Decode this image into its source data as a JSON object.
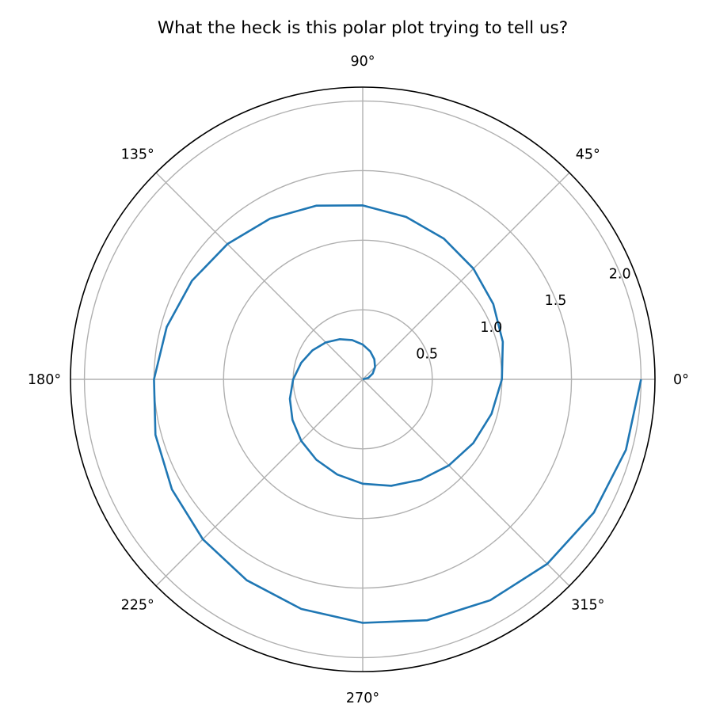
{
  "chart_data": {
    "type": "line",
    "projection": "polar",
    "title": "What the heck is this polar plot trying to tell us?",
    "xlabel": "",
    "ylabel": "",
    "grid": true,
    "angular_ticks": [
      "0°",
      "45°",
      "90°",
      "135°",
      "180°",
      "225°",
      "270°",
      "315°"
    ],
    "radial_ticks": [
      "0.5",
      "1.0",
      "1.5",
      "2.0"
    ],
    "r_lim": [
      0,
      2.1
    ],
    "series": [
      {
        "color": "#1f77b4",
        "curve": "archimedean spiral r = theta / (2*pi)",
        "theta_deg": [
          0,
          15,
          30,
          45,
          60,
          75,
          90,
          105,
          120,
          135,
          150,
          165,
          180,
          195,
          210,
          225,
          240,
          255,
          270,
          285,
          300,
          315,
          330,
          345,
          360,
          375,
          390,
          405,
          420,
          435,
          450,
          465,
          480,
          495,
          510,
          525,
          540,
          555,
          570,
          585,
          600,
          615,
          630,
          645,
          660,
          675,
          690,
          705,
          720
        ],
        "r": [
          0,
          0.042,
          0.083,
          0.125,
          0.167,
          0.208,
          0.25,
          0.292,
          0.333,
          0.375,
          0.417,
          0.458,
          0.5,
          0.542,
          0.583,
          0.625,
          0.667,
          0.708,
          0.75,
          0.792,
          0.833,
          0.875,
          0.917,
          0.958,
          1.0,
          1.042,
          1.083,
          1.125,
          1.167,
          1.208,
          1.25,
          1.292,
          1.333,
          1.375,
          1.417,
          1.458,
          1.5,
          1.542,
          1.583,
          1.625,
          1.667,
          1.708,
          1.75,
          1.792,
          1.833,
          1.875,
          1.917,
          1.958,
          2.0
        ]
      }
    ]
  }
}
